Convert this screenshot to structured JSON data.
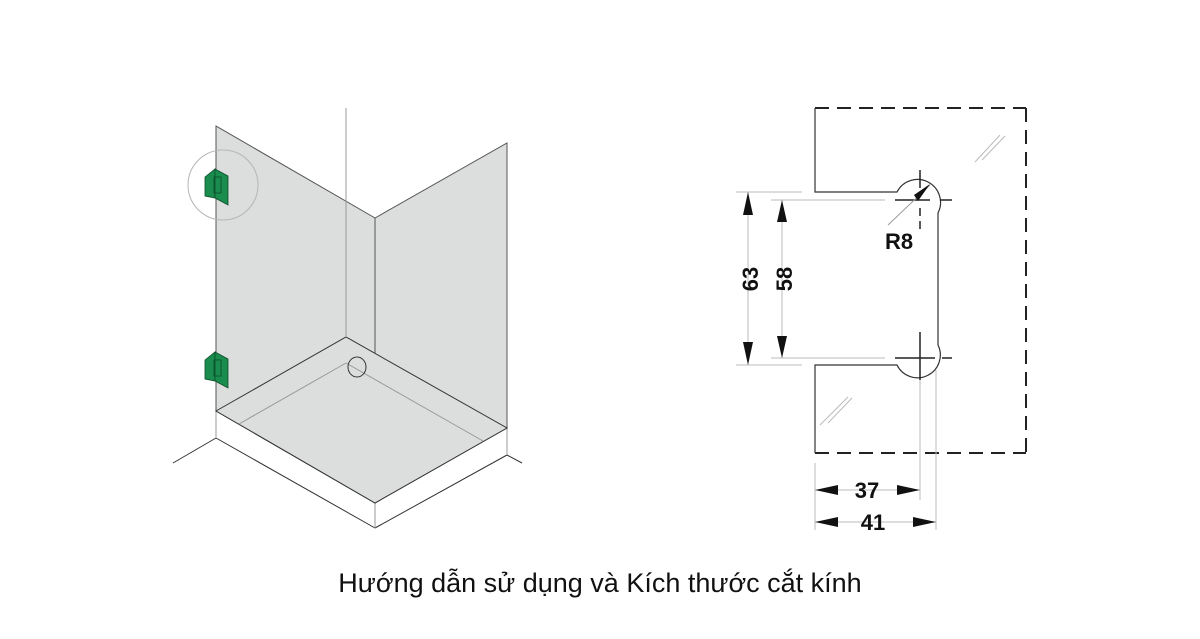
{
  "caption": "Hướng dẫn sử dụng và Kích thước cắt kính",
  "colors": {
    "glass": "#dcdddd",
    "hinge": "#1a8c4e",
    "line": "#333333",
    "light_line": "#b5b5b5"
  },
  "left_figure": {
    "description": "Isometric shower enclosure with two glass panels and two green hinges on left panel edge"
  },
  "right_figure": {
    "labels": {
      "radius": "R8",
      "outer_height": "63",
      "inner_height": "58",
      "inner_width": "37",
      "outer_width": "41"
    }
  }
}
